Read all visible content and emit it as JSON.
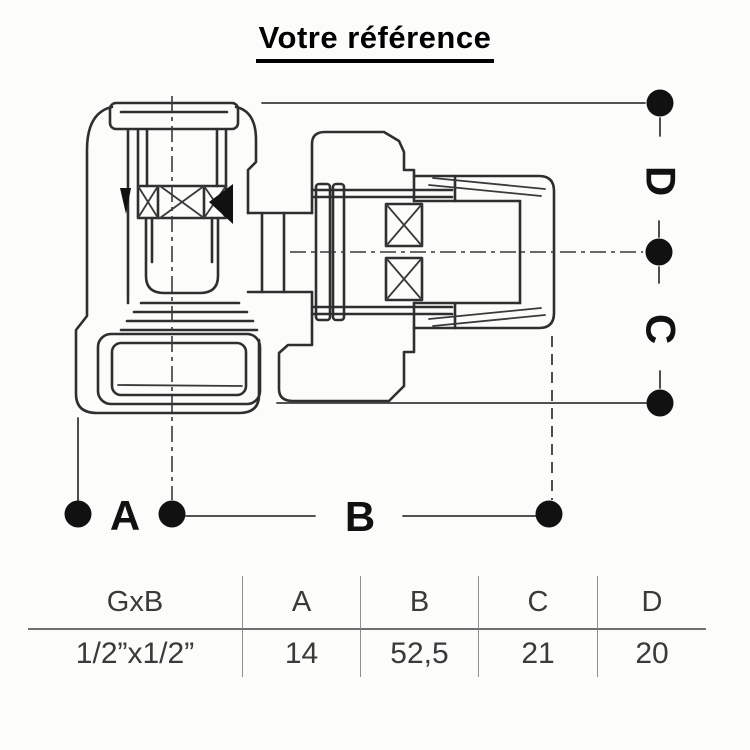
{
  "title": "Votre référence",
  "diagram": {
    "labels": {
      "a": "A",
      "b": "B",
      "c": "C",
      "d": "D"
    },
    "colors": {
      "line": "#2f2f2f",
      "dimension_dot": "#111111",
      "background": "#fcfcfa"
    }
  },
  "table": {
    "headers": [
      "GxB",
      "A",
      "B",
      "C",
      "D"
    ],
    "rows": [
      [
        "1/2”x1/2”",
        "14",
        "52,5",
        "21",
        "20"
      ]
    ],
    "rule_color": "#8f8f8f",
    "text_color": "#3a3a3a"
  }
}
